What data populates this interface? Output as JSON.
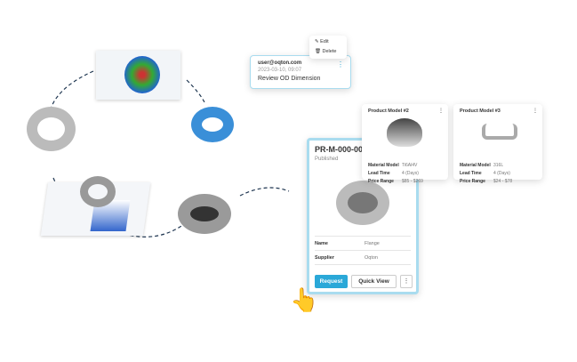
{
  "comment_card": {
    "user": "user@oqton.com",
    "timestamp": "2023-03-10, 09:07",
    "text": "Review OD Dimension"
  },
  "context_menu": {
    "items": [
      {
        "label": "Edit",
        "icon": "pencil-icon"
      },
      {
        "label": "Delete",
        "icon": "trash-icon"
      }
    ]
  },
  "product_cards": [
    {
      "title": "Product Model #2",
      "material_label": "Material Model",
      "material": "Ti6Al4V",
      "lead_label": "Lead Time",
      "lead": "4 (Days)",
      "price_label": "Price Range",
      "price": "$85 - $269"
    },
    {
      "title": "Product Model #3",
      "material_label": "Material Model",
      "material": "316L",
      "lead_label": "Lead Time",
      "lead": "4 (Days)",
      "price_label": "Price Range",
      "price": "$24 - $78"
    }
  ],
  "main_card": {
    "id": "PR-M-000-000",
    "status": "Published",
    "name_label": "Name",
    "name": "Flange",
    "supplier_label": "Supplier",
    "supplier": "Oqton",
    "request": "Request",
    "quick_view": "Quick View",
    "more": "⋮"
  },
  "colors": {
    "accent": "#2aa8d8",
    "border": "#a9dcef"
  }
}
